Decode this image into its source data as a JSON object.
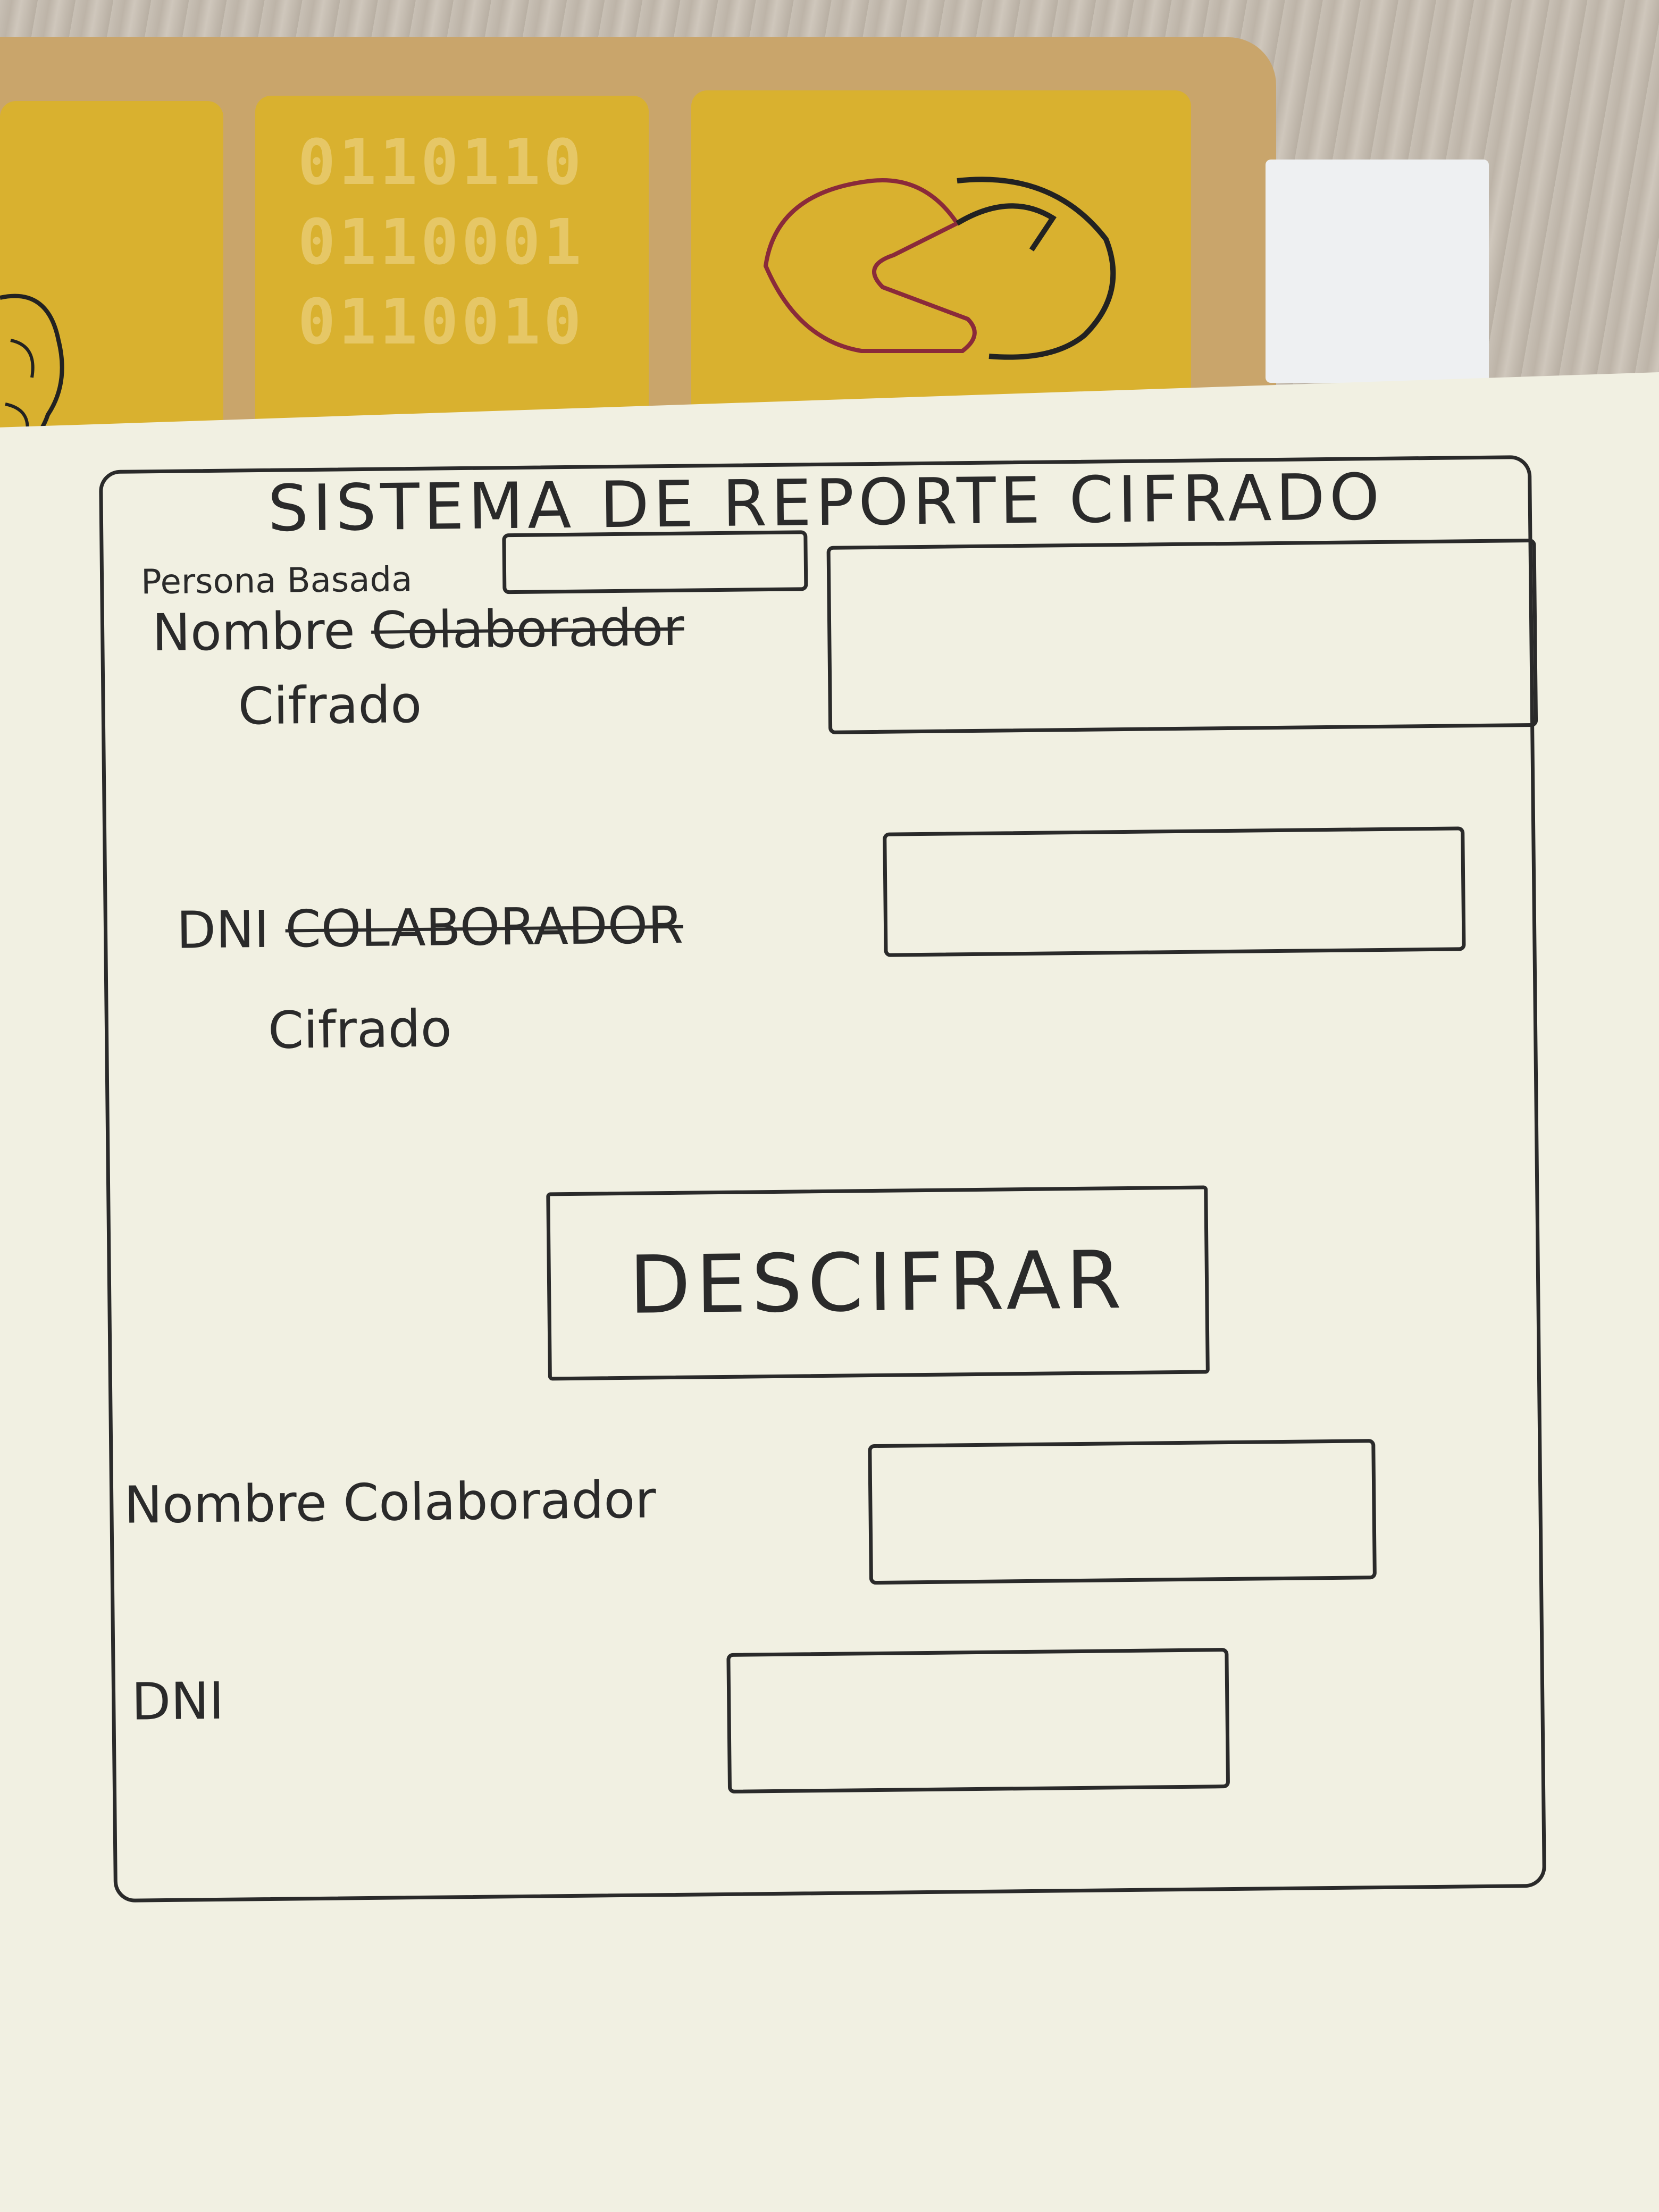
{
  "form": {
    "title": "SISTEMA DE REPORTE CIFRADO",
    "top_note": "Persona Basada",
    "field1": {
      "label_line1": "Nombre",
      "label_struck": "Colaborador",
      "label_line2": "Cifrado",
      "value": ""
    },
    "field2": {
      "label_line1": "DNI",
      "label_struck": "COLABORADOR",
      "label_line2": "Cifrado",
      "value": ""
    },
    "decrypt_button": "DESCIFRAR",
    "out_name": {
      "label": "Nombre Colaborador",
      "value": ""
    },
    "out_dni": {
      "label": "DNI",
      "value": ""
    }
  },
  "background": {
    "binary_rows": [
      "0110110",
      "0110001",
      "0110010"
    ]
  },
  "colors": {
    "ink": "#2a2a2a",
    "paper": "#f1f0e2",
    "folder_yellow": "#d9b12f"
  }
}
